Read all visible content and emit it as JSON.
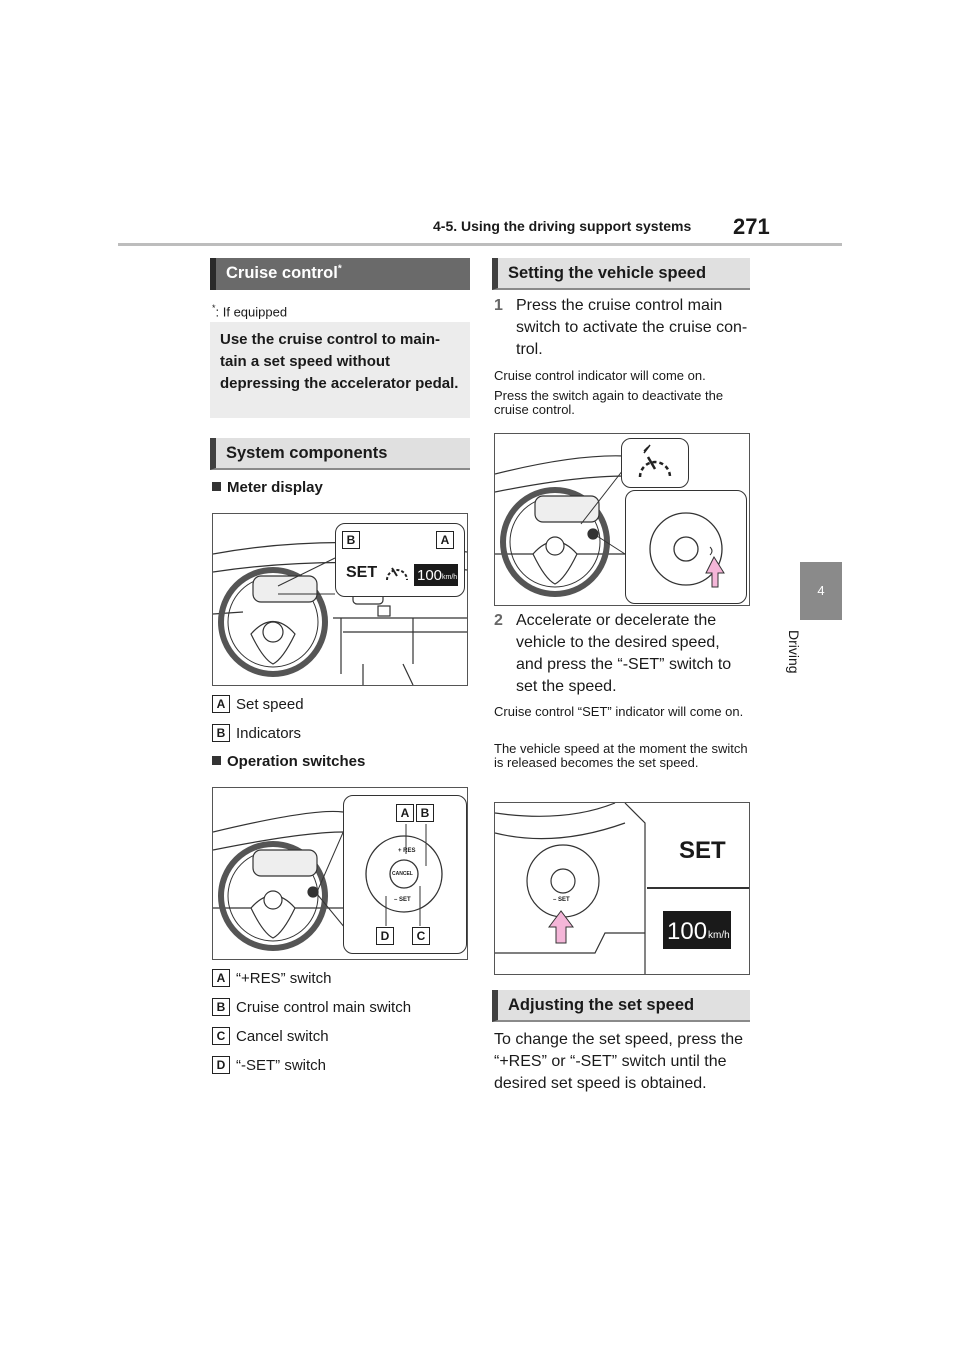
{
  "header": {
    "section": "4-5. Using the driving support systems",
    "page_number": "271"
  },
  "side_tab": {
    "number": "4",
    "label": "Driving"
  },
  "left": {
    "title": "Cruise control",
    "title_mark": "*",
    "footnote_mark": "*",
    "footnote": ": If equipped",
    "intro": "Use the cruise control to main-tain a set speed without depressing the accelerator pedal.",
    "components_heading": "System components",
    "meter_heading": "Meter display",
    "meter_fig": {
      "set": "SET",
      "speed": "100",
      "unit": "km/h",
      "label_a": "A",
      "label_b": "B"
    },
    "meter_legend": [
      {
        "key": "A",
        "text": "Set speed"
      },
      {
        "key": "B",
        "text": "Indicators"
      }
    ],
    "switch_heading": "Operation switches",
    "switch_fig": {
      "res": "+ RES",
      "cancel": "CANCEL",
      "set": "– SET",
      "label_a": "A",
      "label_b": "B",
      "label_c": "C",
      "label_d": "D"
    },
    "switch_legend": [
      {
        "key": "A",
        "text": "“+RES” switch"
      },
      {
        "key": "B",
        "text": "Cruise control main switch"
      },
      {
        "key": "C",
        "text": "Cancel switch"
      },
      {
        "key": "D",
        "text": "“-SET” switch"
      }
    ]
  },
  "right": {
    "setting_heading": "Setting the vehicle speed",
    "step1": {
      "num": "1",
      "text": "Press the cruise control main switch to activate the cruise con-trol."
    },
    "step1_notes": [
      "Cruise control indicator will come on.",
      "Press the switch again to deactivate the cruise control."
    ],
    "step2": {
      "num": "2",
      "text": "Accelerate or decelerate the vehicle to the desired speed, and press the “-SET” switch to set the speed."
    },
    "step2_notes": [
      "Cruise control “SET” indicator will come on.",
      "The vehicle speed at the moment the switch is released becomes the set speed."
    ],
    "set_fig": {
      "set": "SET",
      "speed": "100",
      "unit": "km/h",
      "switch_label": "– SET"
    },
    "adjust_heading": "Adjusting the set speed",
    "adjust_text": "To change the set speed, press the “+RES” or “-SET” switch until the desired set speed is obtained."
  },
  "colors": {
    "arrow": "#f4b6d8",
    "heading_bg": "#e0e0e0",
    "tab_bg": "#8a8a8a"
  }
}
